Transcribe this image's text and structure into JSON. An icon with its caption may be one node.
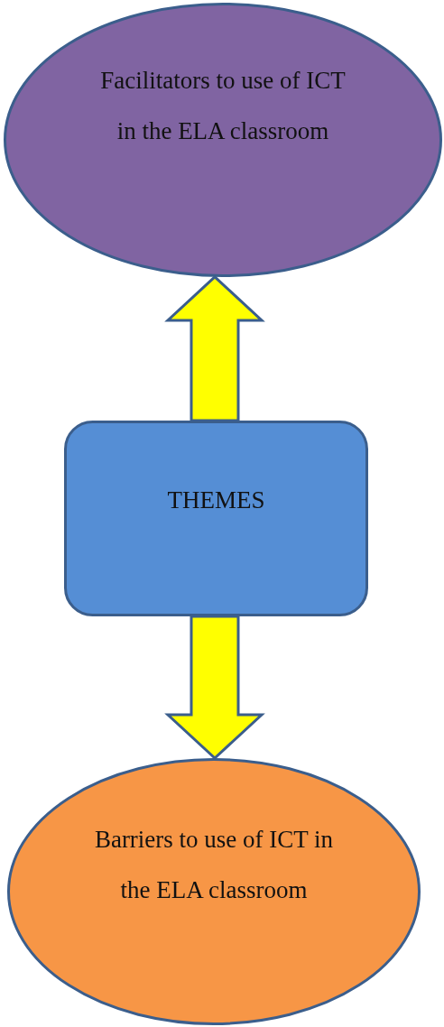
{
  "diagram": {
    "nodes": [
      {
        "text": [
          "Facilitators to use of ICT in the ELA classroom"
        ]
      },
      {
        "text": [
          "THEMES"
        ]
      },
      {
        "text": [
          "Barriers to use of ICT in the ELA classroom"
        ]
      }
    ],
    "edges": [
      {
        "from": 1,
        "to": 0,
        "arrow": "to",
        "style": "thick",
        "color": "#ffff00"
      },
      {
        "from": 1,
        "to": 2,
        "arrow": "to",
        "style": "thick",
        "color": "#ffff00"
      }
    ]
  }
}
